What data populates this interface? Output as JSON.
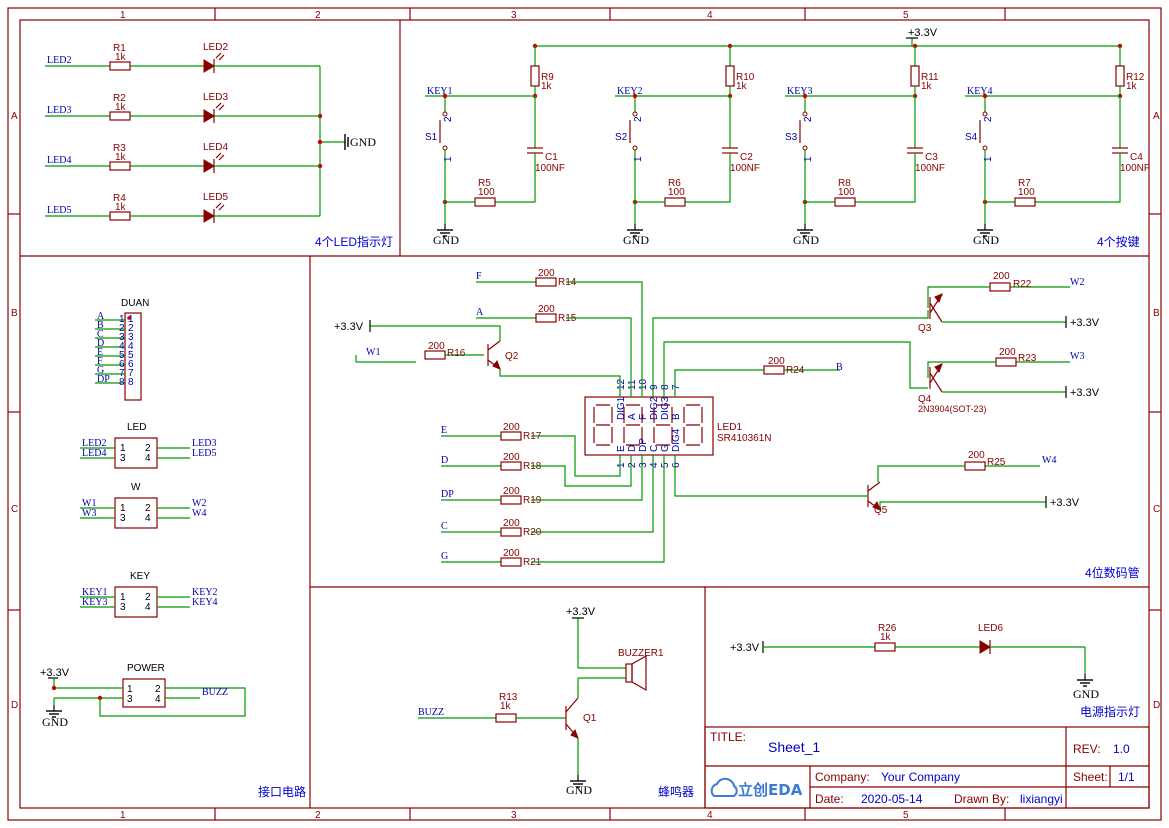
{
  "grid": {
    "cols": [
      "1",
      "2",
      "3",
      "4",
      "5"
    ],
    "rows": [
      "A",
      "B",
      "C",
      "D"
    ]
  },
  "sections": {
    "led": "4个LED指示灯",
    "keys": "4个按键",
    "seg": "4位数码管",
    "iface": "接口电路",
    "buzzer": "蜂鸣器",
    "power": "电源指示灯"
  },
  "led_section": {
    "rows": [
      {
        "net": "LED2",
        "res": "R1",
        "val": "1k",
        "led": "LED2"
      },
      {
        "net": "LED3",
        "res": "R2",
        "val": "1k",
        "led": "LED3"
      },
      {
        "net": "LED4",
        "res": "R3",
        "val": "1k",
        "led": "LED4"
      },
      {
        "net": "LED5",
        "res": "R4",
        "val": "1k",
        "led": "LED5"
      }
    ],
    "gnd": "GND"
  },
  "keys_section": {
    "supply": "+3.3V",
    "keys": [
      {
        "net": "KEY1",
        "sw": "S1",
        "rup": "R9",
        "rupval": "1k",
        "cap": "C1",
        "capval": "100NF",
        "rs": "R5",
        "rsval": "100"
      },
      {
        "net": "KEY2",
        "sw": "S2",
        "rup": "R10",
        "rupval": "1k",
        "cap": "C2",
        "capval": "100NF",
        "rs": "R6",
        "rsval": "100"
      },
      {
        "net": "KEY3",
        "sw": "S3",
        "rup": "R11",
        "rupval": "1k",
        "cap": "C3",
        "capval": "100NF",
        "rs": "R8",
        "rsval": "100"
      },
      {
        "net": "KEY4",
        "sw": "S4",
        "rup": "R12",
        "rupval": "1k",
        "cap": "C4",
        "capval": "100NF",
        "rs": "R7",
        "rsval": "100"
      }
    ],
    "gnd": "GND",
    "pin1": "1",
    "pin2": "2"
  },
  "seg_section": {
    "display_ref": "LED1",
    "display_part": "SR410361N",
    "top_pin_labels": [
      "DIG1",
      "A",
      "F",
      "DIG2",
      "DIG3",
      "B"
    ],
    "top_pin_nums": [
      "12",
      "11",
      "10",
      "9",
      "8",
      "7"
    ],
    "bottom_pin_labels": [
      "E",
      "D",
      "DP",
      "C",
      "G",
      "DIG4"
    ],
    "bottom_pin_nums": [
      "1",
      "2",
      "3",
      "4",
      "5",
      "6"
    ],
    "resistors": [
      {
        "net": "F",
        "ref": "R14",
        "val": "200"
      },
      {
        "net": "A",
        "ref": "R15",
        "val": "200"
      },
      {
        "net": "E",
        "ref": "R17",
        "val": "200"
      },
      {
        "net": "D",
        "ref": "R18",
        "val": "200"
      },
      {
        "net": "DP",
        "ref": "R19",
        "val": "200"
      },
      {
        "net": "C",
        "ref": "R20",
        "val": "200"
      },
      {
        "net": "G",
        "ref": "R21",
        "val": "200"
      },
      {
        "net": "B",
        "ref": "R24",
        "val": "200"
      }
    ],
    "drivers": [
      {
        "net": "W1",
        "ref": "R16",
        "val": "200",
        "q": "Q2"
      },
      {
        "net": "W2",
        "ref": "R22",
        "val": "200",
        "q": "Q3"
      },
      {
        "net": "W3",
        "ref": "R23",
        "val": "200",
        "q": "Q4"
      },
      {
        "net": "W4",
        "ref": "R25",
        "val": "200",
        "q": "Q5"
      }
    ],
    "q4_part": "2N3904(SOT-23)",
    "supply": "+3.3V"
  },
  "iface_section": {
    "duan": {
      "title": "DUAN",
      "nets": [
        "A",
        "B",
        "C",
        "D",
        "E",
        "F",
        "G",
        "DP"
      ],
      "pins": [
        "1",
        "2",
        "3",
        "4",
        "5",
        "6",
        "7",
        "8"
      ]
    },
    "led": {
      "title": "LED",
      "left": [
        "LED2",
        "LED4"
      ],
      "right": [
        "LED3",
        "LED5"
      ],
      "lpins": [
        "1",
        "3"
      ],
      "rpins": [
        "2",
        "4"
      ]
    },
    "w": {
      "title": "W",
      "left": [
        "W1",
        "W3"
      ],
      "right": [
        "W2",
        "W4"
      ],
      "lpins": [
        "1",
        "3"
      ],
      "rpins": [
        "2",
        "4"
      ]
    },
    "key": {
      "title": "KEY",
      "left": [
        "KEY1",
        "KEY3"
      ],
      "right": [
        "KEY2",
        "KEY4"
      ],
      "lpins": [
        "1",
        "3"
      ],
      "rpins": [
        "2",
        "4"
      ]
    },
    "power": {
      "title": "POWER",
      "supply": "+3.3V",
      "gnd": "GND",
      "net": "BUZZ",
      "lpins": [
        "1",
        "3"
      ],
      "rpins": [
        "2",
        "4"
      ]
    }
  },
  "buzzer_section": {
    "supply": "+3.3V",
    "buzzer": "BUZZER1",
    "net": "BUZZ",
    "res": "R13",
    "val": "1k",
    "q": "Q1",
    "gnd": "GND"
  },
  "power_section": {
    "supply": "+3.3V",
    "res": "R26",
    "val": "1k",
    "led": "LED6",
    "gnd": "GND"
  },
  "title_block": {
    "title_label": "TITLE:",
    "title": "Sheet_1",
    "rev_label": "REV:",
    "rev": "1.0",
    "company_label": "Company:",
    "company": "Your Company",
    "sheet_label": "Sheet:",
    "sheet": "1/1",
    "date_label": "Date:",
    "date": "2020-05-14",
    "drawn_label": "Drawn By:",
    "drawn": "lixiangyi",
    "logo": "立创EDA"
  }
}
